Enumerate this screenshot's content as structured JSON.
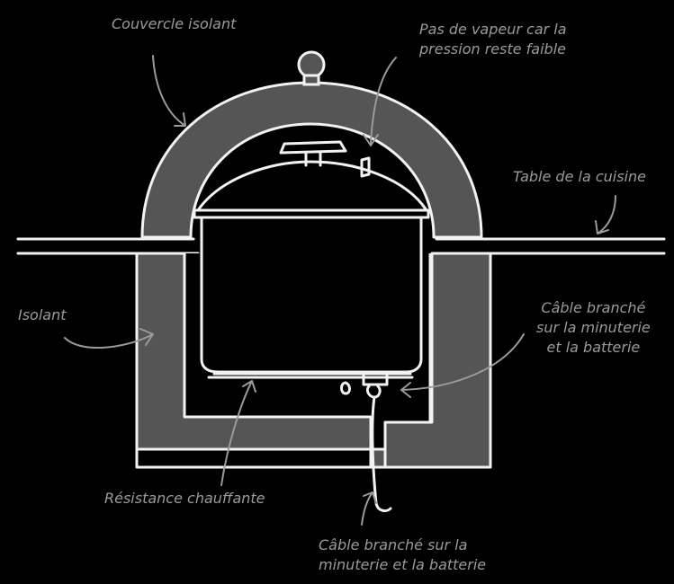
{
  "labels": {
    "lid": "Couvercle isolant",
    "steam": "Pas de vapeur car la\npression reste faible",
    "table": "Table de la cuisine",
    "insulation": "Isolant",
    "cable_right": "Câble branché\nsur la minuterie\net la batterie",
    "heater": "Résistance chauffante",
    "cable_bottom": "Câble branché sur la\nminuterie et la batterie"
  },
  "colors": {
    "background": "#000000",
    "outline": "#f2f2f2",
    "insulation_fill": "#555555",
    "label_text": "#9a9a9a",
    "arrow": "#9a9a9a"
  }
}
